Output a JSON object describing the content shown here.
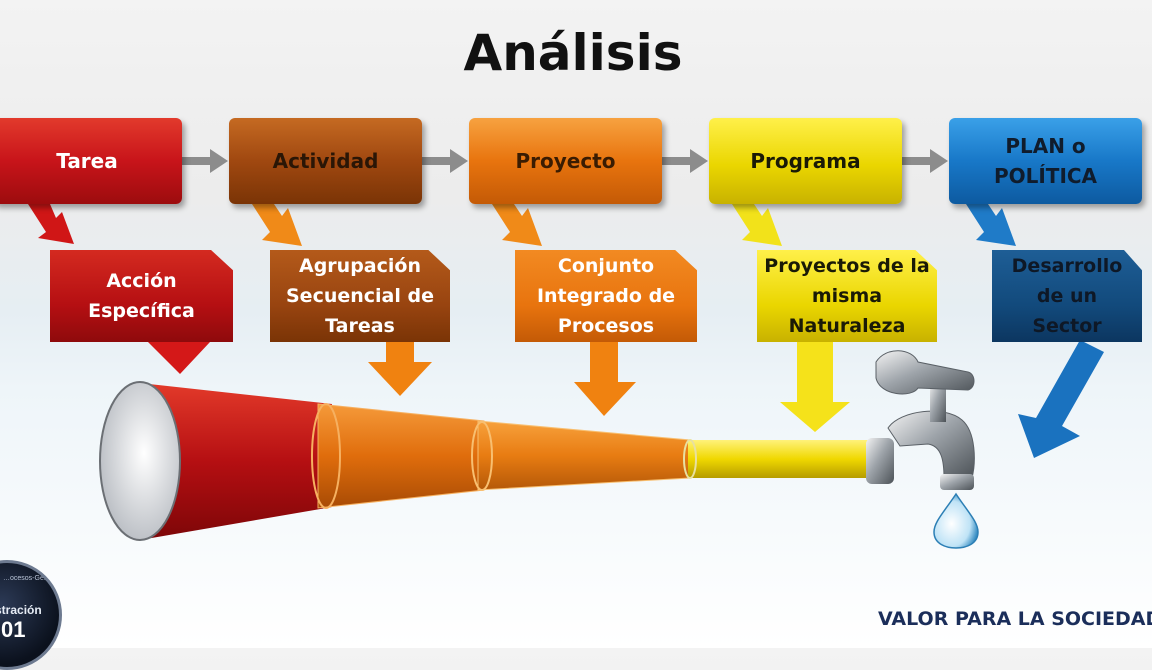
{
  "title": "Análisis",
  "steps": [
    {
      "label": "Tarea",
      "description": "Acción Específica",
      "color": "#c8141a"
    },
    {
      "label": "Actividad",
      "description": "Agrupación Secuencial de Tareas",
      "color": "#a64b10"
    },
    {
      "label": "Proyecto",
      "description": "Conjunto Integrado de Procesos",
      "color": "#e8740e"
    },
    {
      "label": "Programa",
      "description": "Proyectos de la misma Naturaleza",
      "color": "#e8d400"
    },
    {
      "label": "PLAN o POLÍTICA",
      "description": "Desarrollo de un Sector",
      "color": "#1878c8"
    }
  ],
  "footer": "VALOR PARA LA SOCIEDAD",
  "logo": {
    "small_text": "…ocesos-Gestión",
    "main_text": "stración",
    "number": "01"
  }
}
